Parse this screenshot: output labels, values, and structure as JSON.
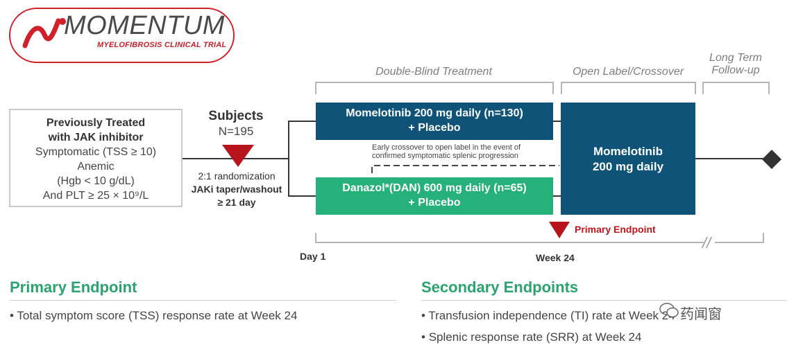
{
  "logo": {
    "title": "MOMENTUM",
    "subtitle": "MYELOFIBROSIS CLINICAL TRIAL",
    "brand_color": "#d0202a"
  },
  "phases": {
    "double_blind": "Double-Blind Treatment",
    "open_label": "Open Label/Crossover",
    "long_term_1": "Long Term",
    "long_term_2": "Follow-up"
  },
  "patients": {
    "line1": "Previously Treated",
    "line2": "with JAK inhibitor",
    "line3": "Symptomatic (TSS ≥ 10)",
    "line4": "Anemic",
    "line5": "(Hgb < 10 g/dL)",
    "line6": "And PLT ≥ 25 × 10⁹/L"
  },
  "subjects": {
    "title": "Subjects",
    "n": "N=195"
  },
  "randomization": {
    "line1": "2:1 randomization",
    "line2": "JAKi taper/washout",
    "line3": "≥ 21 day"
  },
  "arms": {
    "momelotinib_line1": "Momelotinib 200 mg daily (n=130)",
    "momelotinib_line2": "+ Placebo",
    "danazol_line1": "Danazol*(DAN) 600 mg daily (n=65)",
    "danazol_line2": "+ Placebo",
    "open_label_line1": "Momelotinib",
    "open_label_line2": "200 mg daily",
    "mmb_color": "#0f5478",
    "dan_color": "#26b07a"
  },
  "crossover_note": {
    "line1": "Early crossover to open label in the event of",
    "line2": "confirmed symptomatic splenic progression"
  },
  "primary_endpoint_marker": "Primary Endpoint",
  "timeline": {
    "day1": "Day 1",
    "week24": "Week 24",
    "break_mark": "//"
  },
  "primary_section": {
    "title": "Primary Endpoint",
    "bullets": [
      "Total symptom score (TSS) response rate at Week 24"
    ]
  },
  "secondary_section": {
    "title": "Secondary Endpoints",
    "bullets": [
      "Transfusion independence (TI) rate at Week 24",
      "Splenic response rate (SRR) at Week 24"
    ]
  },
  "watermark": "药闻窗",
  "accent_red": "#c0141c",
  "section_green": "#2aa36f"
}
